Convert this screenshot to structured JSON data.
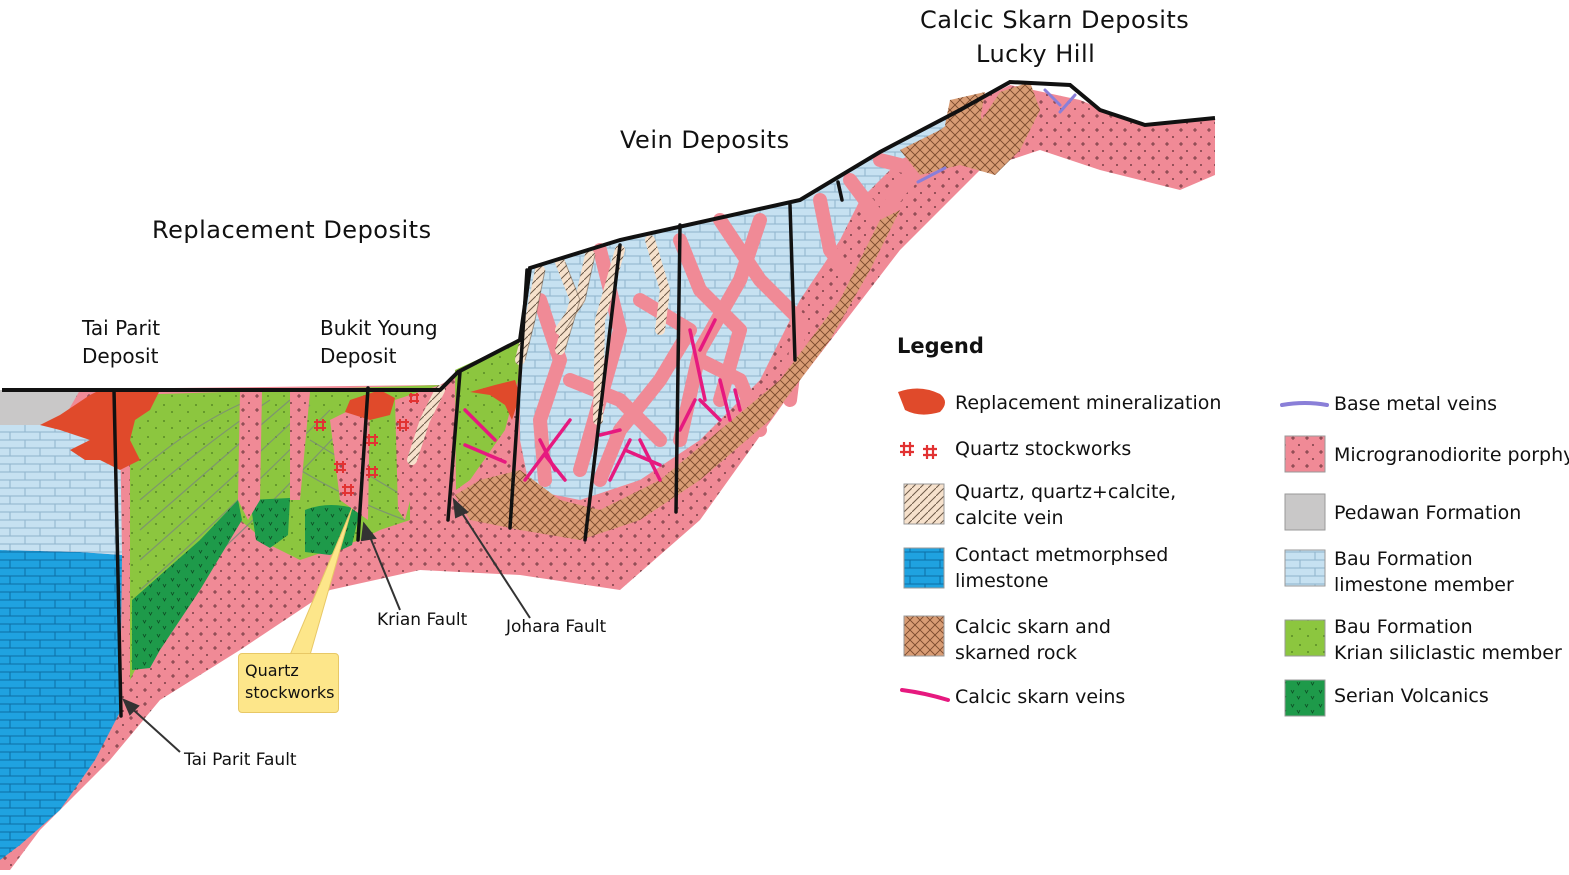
{
  "titles": {
    "replacement": "Replacement Deposits",
    "vein": "Vein Deposits",
    "calcic_line1": "Calcic Skarn Deposits",
    "calcic_line2": "Lucky Hill"
  },
  "deposits": {
    "tai_parit_line1": "Tai Parit",
    "tai_parit_line2": "Deposit",
    "bukit_young_line1": "Bukit Young",
    "bukit_young_line2": "Deposit"
  },
  "faults": {
    "krian": "Krian Fault",
    "johara": "Johara Fault",
    "tai_parit": "Tai Parit Fault"
  },
  "callout": {
    "line1": "Quartz",
    "line2": "stockworks"
  },
  "legend": {
    "title": "Legend",
    "left": [
      {
        "label": "Replacement mineralization",
        "icon": "replacement-swatch",
        "color": "#e04a2b"
      },
      {
        "label": "Quartz stockworks",
        "icon": "stockwork-swatch",
        "color": "#e23232"
      },
      {
        "label": "Quartz, quartz+calcite,",
        "label2": "calcite vein",
        "icon": "vein-hatch-swatch",
        "color": "#f6e1cc"
      },
      {
        "label": "Contact metmorphsed",
        "label2": "limestone",
        "icon": "blue-brick-swatch",
        "color": "#1fa2e0"
      },
      {
        "label": "Calcic skarn and",
        "label2": "skarned rock",
        "icon": "crosshatch-swatch",
        "color": "#d89c74"
      },
      {
        "label": "Calcic skarn veins",
        "icon": "magenta-vein-swatch",
        "color": "#e6197f"
      }
    ],
    "right": [
      {
        "label": "Base metal veins",
        "icon": "purple-vein-swatch",
        "color": "#8a7fd8"
      },
      {
        "label": "Microgranodiorite porphyry",
        "icon": "pink-plus-swatch",
        "color": "#f08a96"
      },
      {
        "label": "Pedawan Formation",
        "icon": "grey-swatch",
        "color": "#c9c8c8"
      },
      {
        "label": "Bau Formation",
        "label2": "limestone member",
        "icon": "pale-brick-swatch",
        "color": "#c6e1f1"
      },
      {
        "label": "Bau Formation",
        "label2": "Krian siliclastic member",
        "icon": "green-dot-swatch",
        "color": "#8cc63f"
      },
      {
        "label": "Serian Volcanics",
        "icon": "dark-green-swatch",
        "color": "#1e9a4a"
      }
    ]
  },
  "colors": {
    "pink": "#f08a96",
    "pale_blue": "#c6e1f1",
    "blue": "#1fa2e0",
    "green": "#8cc63f",
    "dark_green": "#1e9a4a",
    "grey": "#c9c8c8",
    "skarn": "#d89c74",
    "red": "#e04a2b",
    "magenta": "#e6197f",
    "purple": "#8a7fd8"
  }
}
